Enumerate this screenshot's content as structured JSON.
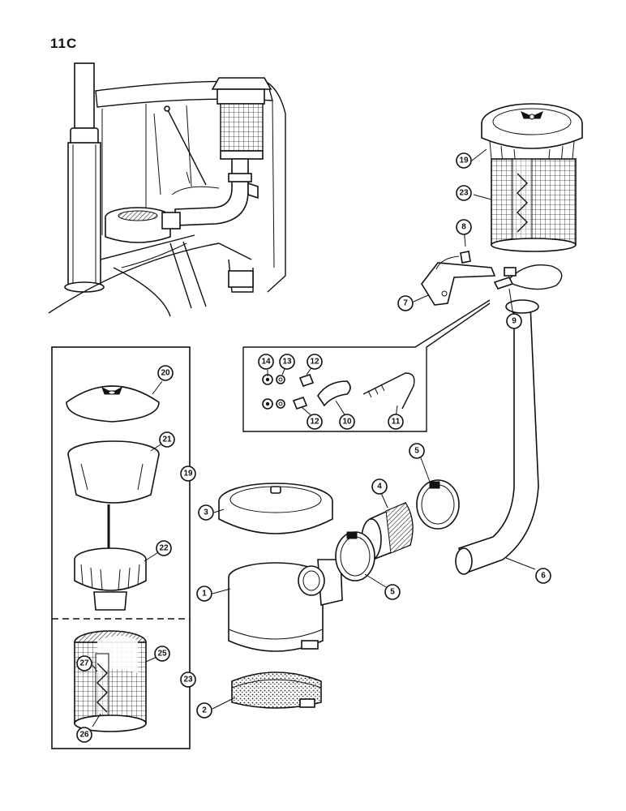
{
  "page": {
    "label": "11C"
  },
  "callouts": {
    "c1": "1",
    "c2": "2",
    "c3": "3",
    "c4": "4",
    "c5a": "5",
    "c5b": "5",
    "c6": "6",
    "c7": "7",
    "c8": "8",
    "c9": "9",
    "c10": "10",
    "c11": "11",
    "c12a": "12",
    "c12b": "12",
    "c13": "13",
    "c14": "14",
    "c19a": "19",
    "c19b": "19",
    "c20": "20",
    "c21": "21",
    "c22": "22",
    "c23a": "23",
    "c23b": "23",
    "c25": "25",
    "c26": "26",
    "c27": "27"
  }
}
